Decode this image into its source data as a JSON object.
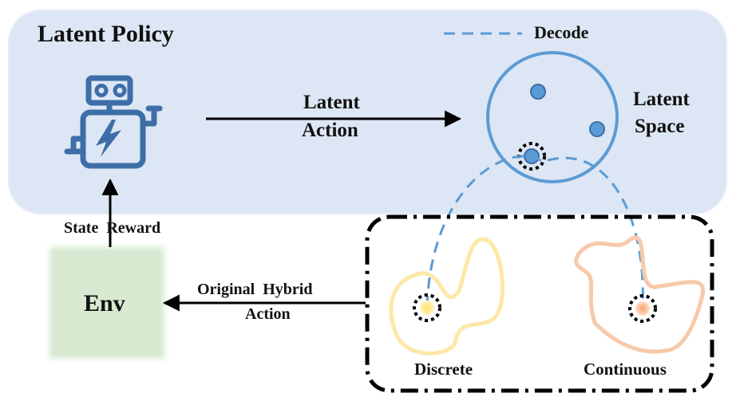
{
  "title": "Latent Policy",
  "legend": {
    "decode_label": "Decode"
  },
  "arrows": {
    "latent_action": [
      "Latent",
      "Action"
    ],
    "state_reward": "State  Reward",
    "hybrid_action": [
      "Original  Hybrid",
      "Action"
    ]
  },
  "latent_space_label": [
    "Latent",
    "Space"
  ],
  "env_label": "Env",
  "regions": {
    "discrete": "Discrete",
    "continuous": "Continuous"
  },
  "colors": {
    "panel_fill": "#dde6f4",
    "circle_stroke": "#5b9bd5",
    "point_fill": "#5b9bd5",
    "robot": "#3d6ea8",
    "env_fill": "#d9ead3",
    "discrete": "#fde8a8",
    "continuous": "#f7c9aa"
  }
}
